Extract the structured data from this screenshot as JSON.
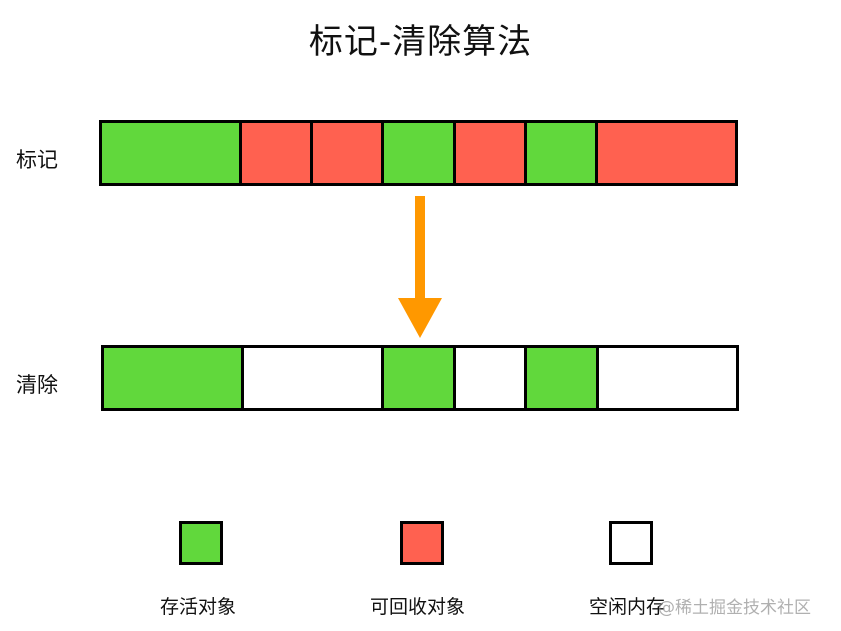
{
  "title": "标记-清除算法",
  "rows": {
    "mark_label": "标记",
    "sweep_label": "清除"
  },
  "mark_segments": [
    {
      "type": "live",
      "units": 2
    },
    {
      "type": "garbage",
      "units": 1
    },
    {
      "type": "garbage",
      "units": 1
    },
    {
      "type": "live",
      "units": 1
    },
    {
      "type": "garbage",
      "units": 1
    },
    {
      "type": "live",
      "units": 1
    },
    {
      "type": "garbage",
      "units": 2
    }
  ],
  "sweep_segments": [
    {
      "type": "live",
      "units": 2
    },
    {
      "type": "free",
      "units": 2
    },
    {
      "type": "live",
      "units": 1
    },
    {
      "type": "free",
      "units": 1
    },
    {
      "type": "live",
      "units": 1
    },
    {
      "type": "free",
      "units": 2
    }
  ],
  "legend": {
    "live": "存活对象",
    "garbage": "可回收对象",
    "free": "空闲内存"
  },
  "colors": {
    "live": "#61d83c",
    "garbage": "#ff6150",
    "free": "#ffffff",
    "arrow": "#ff9800"
  },
  "watermark": "@稀土掘金技术社区"
}
